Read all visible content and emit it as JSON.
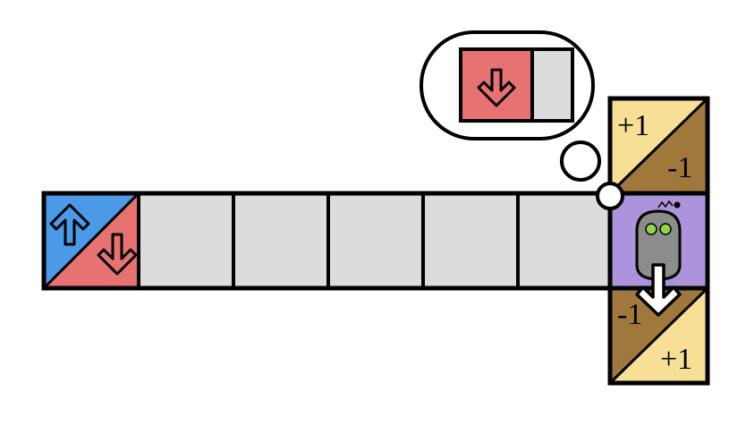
{
  "colors": {
    "blue": "#4a9ae8",
    "red": "#e87272",
    "gray": "#dcdcdc",
    "purple": "#ad92dc",
    "gold": "#f7e096",
    "brown": "#a0783c",
    "robot": "#8c8c8c",
    "eyes": "#8fd64a"
  },
  "top_cell": {
    "top_reward": "+1",
    "bottom_reward": "-1"
  },
  "bottom_cell": {
    "top_reward": "-1",
    "bottom_reward": "+1"
  },
  "corridor": {
    "gray_cells": 5
  },
  "start_cell": {
    "up_arrow_icon": "up-arrow-icon",
    "down_arrow_icon": "down-arrow-icon"
  },
  "thought": {
    "remembered_direction": "down",
    "slots": 2
  },
  "robot": {
    "facing": "down"
  }
}
